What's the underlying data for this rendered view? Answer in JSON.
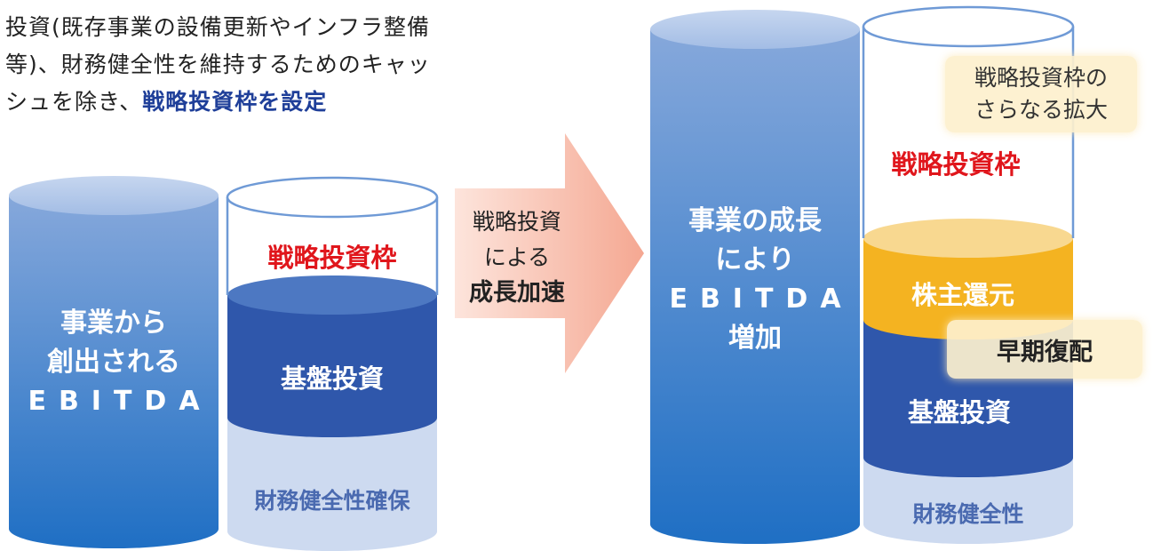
{
  "intro": {
    "text": "投資(既存事業の設備更新やインフラ整備等)、財務健全性を維持するためのキャッシュを除き、",
    "highlight": "戦略投資枠を設定"
  },
  "left": {
    "ebitda_line1": "事業から",
    "ebitda_line2": "創出される",
    "ebitda_line3": "EBITDA",
    "strategic": "戦略投資枠",
    "basic": "基盤投資",
    "financial": "財務健全性確保"
  },
  "arrow": {
    "line1": "戦略投資",
    "line2": "による",
    "line3": "成長加速"
  },
  "right": {
    "ebitda_line1": "事業の成長",
    "ebitda_line2": "により",
    "ebitda_line3": "EBITDA",
    "ebitda_line4": "増加",
    "strategic": "戦略投資枠",
    "shareholder": "株主還元",
    "basic": "基盤投資",
    "financial": "財務健全性",
    "note_expand_line1": "戦略投資枠の",
    "note_expand_line2": "さらなる拡大",
    "note_dividend": "早期復配"
  },
  "colors": {
    "ebitda": "#3a7fcc",
    "basic": "#2f57ab",
    "financial": "#cddaf0",
    "shareholder": "#f4b321",
    "strategic_text": "#e0161c",
    "accent": "#1f3f99",
    "arrow": "#f6b29f"
  }
}
